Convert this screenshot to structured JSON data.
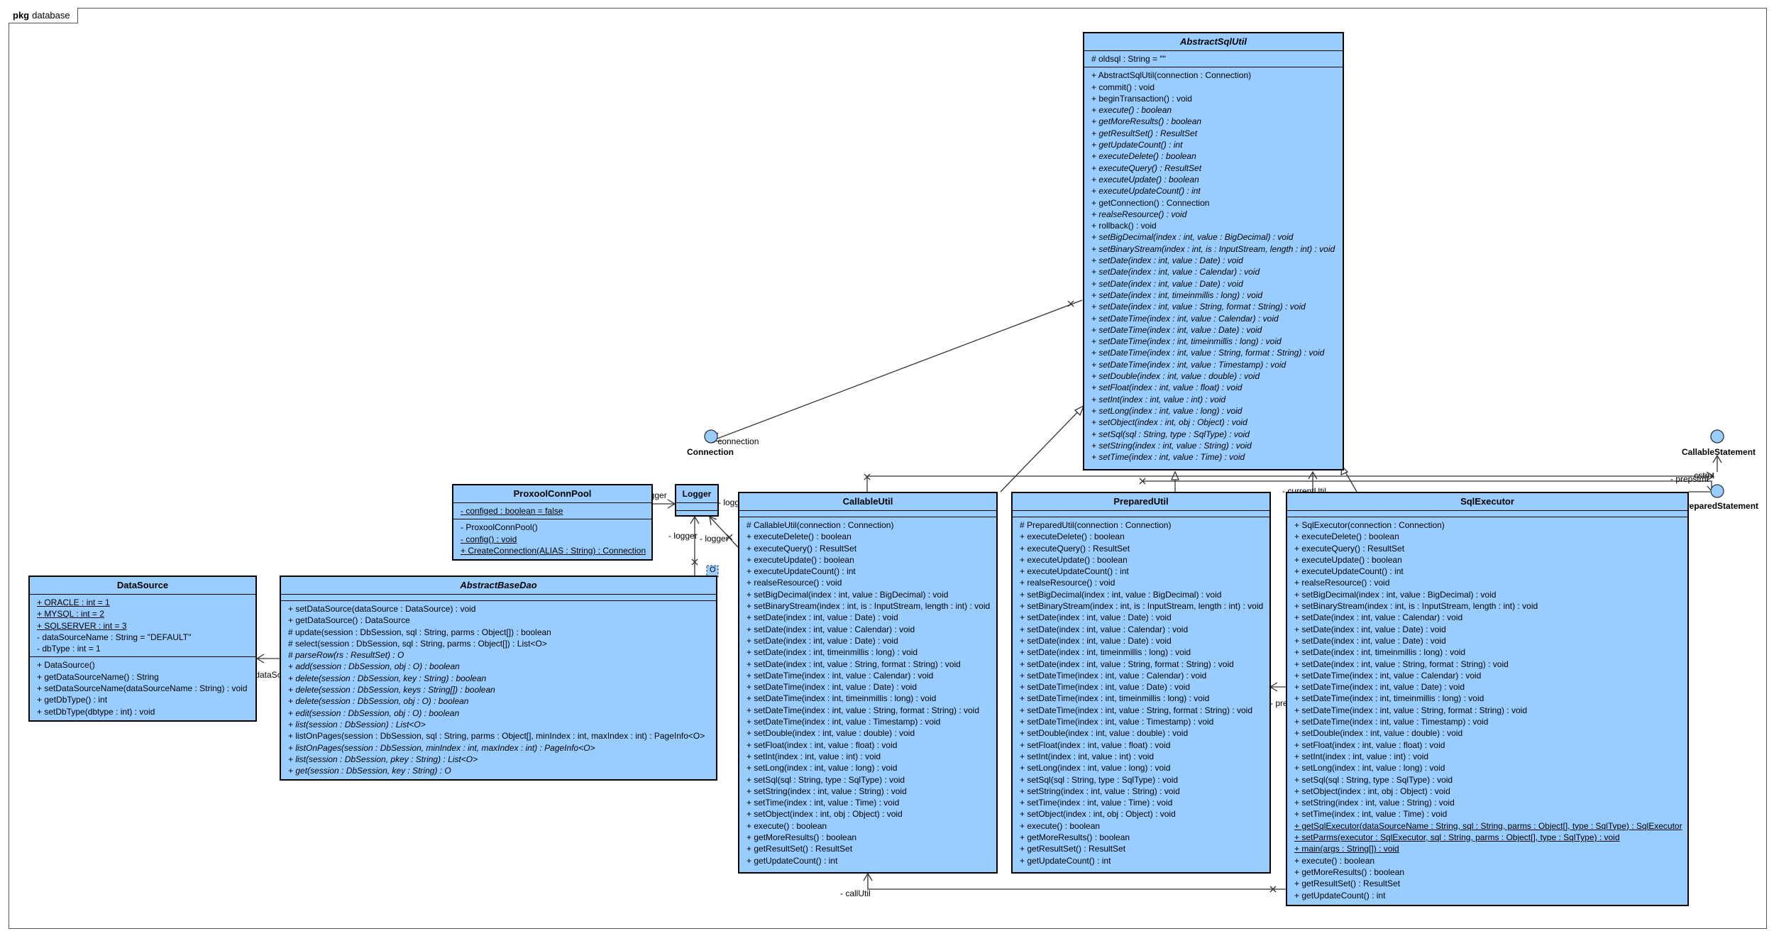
{
  "package": {
    "keyword": "pkg",
    "name": "database"
  },
  "interfaces": {
    "connection": "Connection",
    "callable": "CallableStatement",
    "prepared": "PreparedStatement"
  },
  "classes": {
    "abstractsqlutil": {
      "name": "AbstractSqlUtil",
      "attrs": [
        "# oldsql : String = \"\""
      ],
      "ops": [
        "+ AbstractSqlUtil(connection : Connection)",
        "+ commit() : void",
        "+ beginTransaction() : void",
        "+ execute() : boolean",
        "+ getMoreResults() : boolean",
        "+ getResultSet() : ResultSet",
        "+ getUpdateCount() : int",
        "+ executeDelete() : boolean",
        "+ executeQuery() : ResultSet",
        "+ executeUpdate() : boolean",
        "+ executeUpdateCount() : int",
        "+ getConnection() : Connection",
        "+ realseResource() : void",
        "+ rollback() : void",
        "+ setBigDecimal(index : int, value : BigDecimal) : void",
        "+ setBinaryStream(index : int, is : InputStream, length : int) : void",
        "+ setDate(index : int, value : Date) : void",
        "+ setDate(index : int, value : Calendar) : void",
        "+ setDate(index : int, value : Date) : void",
        "+ setDate(index : int, timeinmillis : long) : void",
        "+ setDate(index : int, value : String, format : String) : void",
        "+ setDateTime(index : int, value : Calendar) : void",
        "+ setDateTime(index : int, value : Date) : void",
        "+ setDateTime(index : int, timeinmillis : long) : void",
        "+ setDateTime(index : int, value : String, format : String) : void",
        "+ setDateTime(index : int, value : Timestamp) : void",
        "+ setDouble(index : int, value : double) : void",
        "+ setFloat(index : int, value : float) : void",
        "+ setInt(index : int, value : int) : void",
        "+ setLong(index : int, value : long) : void",
        "+ setObject(index : int, obj : Object) : void",
        "+ setSql(sql : String, type : SqlType) : void",
        "+ setString(index : int, value : String) : void",
        "+ setTime(index : int, value : Time) : void"
      ]
    },
    "proxool": {
      "name": "ProxoolConnPool",
      "attrs": [
        "- configed : boolean = false"
      ],
      "ops": [
        "- ProxoolConnPool()",
        "- config() : void",
        "+ CreateConnection(ALIAS : String) : Connection"
      ]
    },
    "logger": {
      "name": "Logger"
    },
    "datasource": {
      "name": "DataSource",
      "attrs": [
        "+ ORACLE : int = 1",
        "+ MYSQL : int = 2",
        "+ SQLSERVER : int = 3",
        "- dataSourceName : String = \"DEFAULT\"",
        "- dbType : int = 1"
      ],
      "ops": [
        "+ DataSource()",
        "+ getDataSourceName() : String",
        "+ setDataSourceName(dataSourceName : String) : void",
        "+ getDbType() : int",
        "+ setDbType(dbtype : int) : void"
      ]
    },
    "abstractbasedao": {
      "name": "AbstractBaseDao",
      "ops": [
        "+ setDataSource(dataSource : DataSource) : void",
        "+ getDataSource() : DataSource",
        "# update(session : DbSession, sql : String, parms : Object[]) : boolean",
        "# select(session : DbSession, sql : String, parms : Object[]) : List<O>",
        "# parseRow(rs : ResultSet) : O",
        "+ add(session : DbSession, obj : O) : boolean",
        "+ delete(session : DbSession, key : String) : boolean",
        "+ delete(session : DbSession, keys : String[]) : boolean",
        "+ delete(session : DbSession, obj : O) : boolean",
        "+ edit(session : DbSession, obj : O) : boolean",
        "+ list(session : DbSession) : List<O>",
        "+ listOnPages(session : DbSession, sql : String, parms : Object[], minIndex : int, maxIndex : int) : PageInfo<O>",
        "+ listOnPages(session : DbSession, minIndex : int, maxIndex : int) : PageInfo<O>",
        "+ list(session : DbSession, pkey : String) : List<O>",
        "+ get(session : DbSession, key : String) : O"
      ],
      "template_param": "O"
    },
    "callableutil": {
      "name": "CallableUtil",
      "ops": [
        "# CallableUtil(connection : Connection)",
        "+ executeDelete() : boolean",
        "+ executeQuery() : ResultSet",
        "+ executeUpdate() : boolean",
        "+ executeUpdateCount() : int",
        "+ realseResource() : void",
        "+ setBigDecimal(index : int, value : BigDecimal) : void",
        "+ setBinaryStream(index : int, is : InputStream, length : int) : void",
        "+ setDate(index : int, value : Date) : void",
        "+ setDate(index : int, value : Calendar) : void",
        "+ setDate(index : int, value : Date) : void",
        "+ setDate(index : int, timeinmillis : long) : void",
        "+ setDate(index : int, value : String, format : String) : void",
        "+ setDateTime(index : int, value : Calendar) : void",
        "+ setDateTime(index : int, value : Date) : void",
        "+ setDateTime(index : int, timeinmillis : long) : void",
        "+ setDateTime(index : int, value : String, format : String) : void",
        "+ setDateTime(index : int, value : Timestamp) : void",
        "+ setDouble(index : int, value : double) : void",
        "+ setFloat(index : int, value : float) : void",
        "+ setInt(index : int, value : int) : void",
        "+ setLong(index : int, value : long) : void",
        "+ setSql(sql : String, type : SqlType) : void",
        "+ setString(index : int, value : String) : void",
        "+ setTime(index : int, value : Time) : void",
        "+ setObject(index : int, obj : Object) : void",
        "+ execute() : boolean",
        "+ getMoreResults() : boolean",
        "+ getResultSet() : ResultSet",
        "+ getUpdateCount() : int"
      ]
    },
    "preparedutil": {
      "name": "PreparedUtil",
      "ops": [
        "# PreparedUtil(connection : Connection)",
        "+ executeDelete() : boolean",
        "+ executeQuery() : ResultSet",
        "+ executeUpdate() : boolean",
        "+ executeUpdateCount() : int",
        "+ realseResource() : void",
        "+ setBigDecimal(index : int, value : BigDecimal) : void",
        "+ setBinaryStream(index : int, is : InputStream, length : int) : void",
        "+ setDate(index : int, value : Date) : void",
        "+ setDate(index : int, value : Calendar) : void",
        "+ setDate(index : int, value : Date) : void",
        "+ setDate(index : int, timeinmillis : long) : void",
        "+ setDate(index : int, value : String, format : String) : void",
        "+ setDateTime(index : int, value : Calendar) : void",
        "+ setDateTime(index : int, value : Date) : void",
        "+ setDateTime(index : int, timeinmillis : long) : void",
        "+ setDateTime(index : int, value : String, format : String) : void",
        "+ setDateTime(index : int, value : Timestamp) : void",
        "+ setDouble(index : int, value : double) : void",
        "+ setFloat(index : int, value : float) : void",
        "+ setInt(index : int, value : int) : void",
        "+ setLong(index : int, value : long) : void",
        "+ setSql(sql : String, type : SqlType) : void",
        "+ setString(index : int, value : String) : void",
        "+ setTime(index : int, value : Time) : void",
        "+ setObject(index : int, obj : Object) : void",
        "+ execute() : boolean",
        "+ getMoreResults() : boolean",
        "+ getResultSet() : ResultSet",
        "+ getUpdateCount() : int"
      ]
    },
    "sqlexecutor": {
      "name": "SqlExecutor",
      "ops": [
        "+ SqlExecutor(connection : Connection)",
        "+ executeDelete() : boolean",
        "+ executeQuery() : ResultSet",
        "+ executeUpdate() : boolean",
        "+ executeUpdateCount() : int",
        "+ realseResource() : void",
        "+ setBigDecimal(index : int, value : BigDecimal) : void",
        "+ setBinaryStream(index : int, is : InputStream, length : int) : void",
        "+ setDate(index : int, value : Calendar) : void",
        "+ setDate(index : int, value : Date) : void",
        "+ setDate(index : int, value : Date) : void",
        "+ setDate(index : int, timeinmillis : long) : void",
        "+ setDate(index : int, value : String, format : String) : void",
        "+ setDateTime(index : int, value : Calendar) : void",
        "+ setDateTime(index : int, value : Date) : void",
        "+ setDateTime(index : int, timeinmillis : long) : void",
        "+ setDateTime(index : int, value : String, format : String) : void",
        "+ setDateTime(index : int, value : Timestamp) : void",
        "+ setDouble(index : int, value : double) : void",
        "+ setFloat(index : int, value : float) : void",
        "+ setInt(index : int, value : int) : void",
        "+ setLong(index : int, value : long) : void",
        "+ setSql(sql : String, type : SqlType) : void",
        "+ setObject(index : int, obj : Object) : void",
        "+ setString(index : int, value : String) : void",
        "+ setTime(index : int, value : Time) : void",
        "+ getSqlExecutor(dataSourceName : String, sql : String, parms : Object[], type : SqlType) : SqlExecutor",
        "+ setParms(executor : SqlExecutor, sql : String, parms : Object[], type : SqlType) : void",
        "+ main(args : String[]) : void",
        "+ execute() : boolean",
        "+ getMoreResults() : boolean",
        "+ getResultSet() : ResultSet",
        "+ getUpdateCount() : int"
      ]
    }
  },
  "roles": {
    "connection": "- connection",
    "logger_proxool": "- logger",
    "logger_callable": "- logger",
    "logger_dao": "- logger",
    "logger_callable2": "- logger",
    "datasource": "- dataSource",
    "callutil": "- callUtil",
    "prepared": "- prepared",
    "prepstmt": "- prepstmt",
    "currentutil": "- currentUtil",
    "cstmt": "- cstmt"
  }
}
